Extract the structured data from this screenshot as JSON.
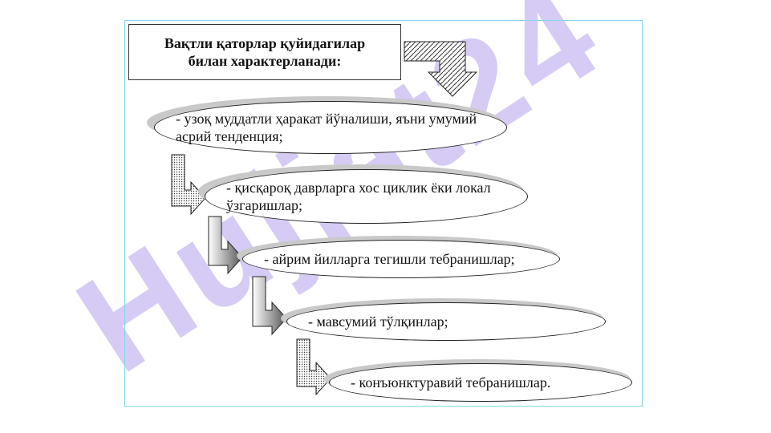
{
  "title": {
    "line1": "Вақтли қаторлар қуйидагилар",
    "line2": "билан характерланади:"
  },
  "items": [
    {
      "line1": "- узоқ муддатли ҳаракат йўналиши, яъни умумий",
      "line2": "асрий тенденция;"
    },
    {
      "line1": "- қисқароқ даврларга хос циклик ёки локал",
      "line2": "ўзгаришлар;"
    },
    {
      "line1": "- айрим йилларга тегишли тебранишлар;",
      "line2": ""
    },
    {
      "line1": "- мавсумий тўлқинлар;",
      "line2": ""
    },
    {
      "line1": "- конъюнктуравий тебранишлар.",
      "line2": ""
    }
  ],
  "watermark": {
    "text": "Hujjat24",
    "color": "#cfc2f2"
  },
  "colors": {
    "frame": "#7fd6ea",
    "shadow": "#c9c9c9",
    "text": "#111111"
  }
}
